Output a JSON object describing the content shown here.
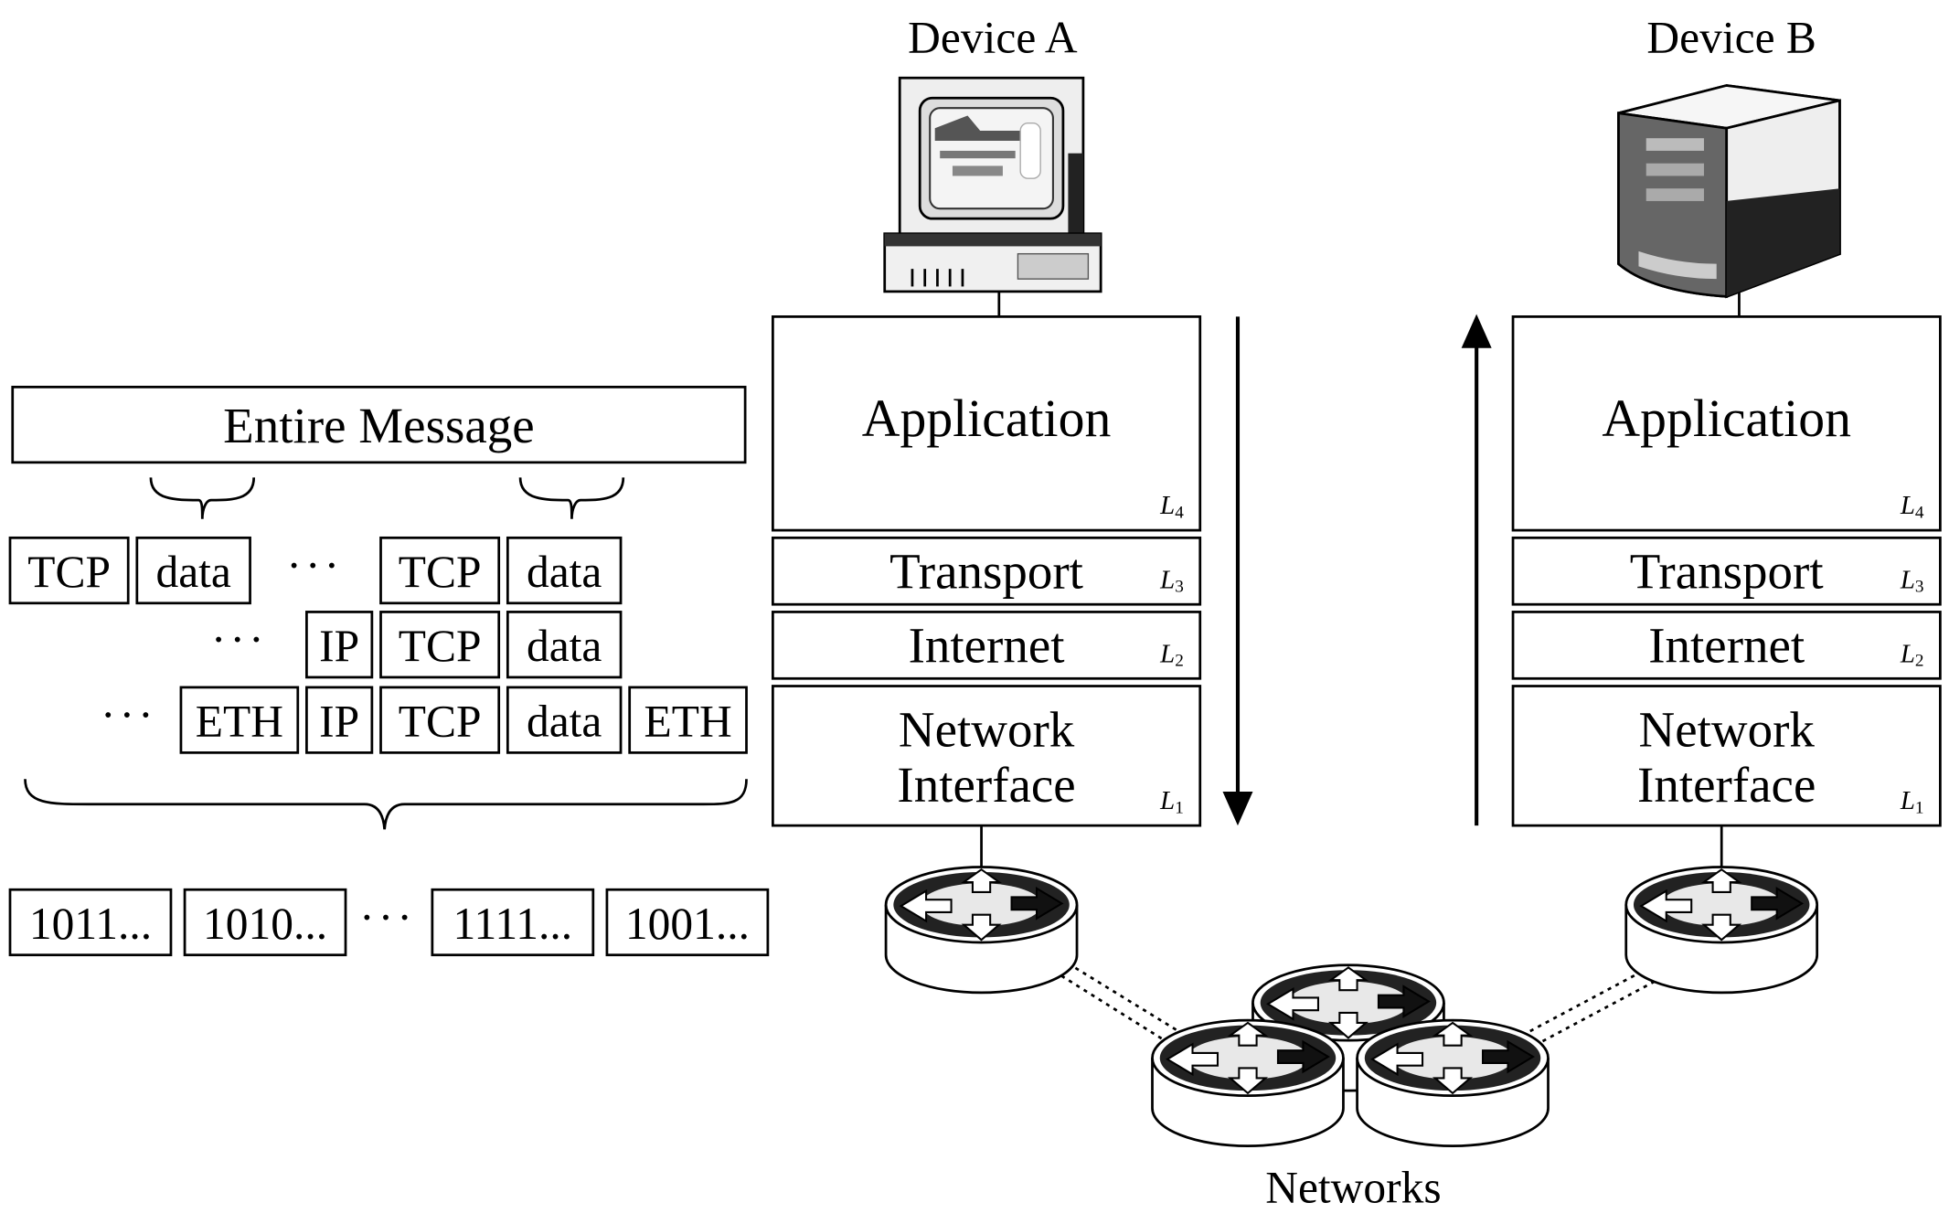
{
  "message": "Entire Message",
  "segments_row": [
    {
      "label": "TCP",
      "kind": "header"
    },
    {
      "label": "data",
      "kind": "payload"
    },
    {
      "label": "···",
      "kind": "ellipsis"
    },
    {
      "label": "TCP",
      "kind": "header"
    },
    {
      "label": "data",
      "kind": "payload"
    }
  ],
  "packets_row": [
    {
      "label": "···",
      "kind": "ellipsis"
    },
    {
      "label": "IP",
      "kind": "header"
    },
    {
      "label": "TCP",
      "kind": "header"
    },
    {
      "label": "data",
      "kind": "payload"
    }
  ],
  "frames_row": [
    {
      "label": "···",
      "kind": "ellipsis"
    },
    {
      "label": "ETH",
      "kind": "header"
    },
    {
      "label": "IP",
      "kind": "header"
    },
    {
      "label": "TCP",
      "kind": "header"
    },
    {
      "label": "data",
      "kind": "payload"
    },
    {
      "label": "ETH",
      "kind": "trailer"
    }
  ],
  "bits_row": [
    {
      "label": "1011...",
      "kind": "bits"
    },
    {
      "label": "1010...",
      "kind": "bits"
    },
    {
      "label": "···",
      "kind": "ellipsis"
    },
    {
      "label": "1111...",
      "kind": "bits"
    },
    {
      "label": "1001...",
      "kind": "bits"
    }
  ],
  "devices": [
    {
      "title": "Device A",
      "icon": "desktop-computer-icon",
      "flow": "down"
    },
    {
      "title": "Device B",
      "icon": "server-tower-icon",
      "flow": "up"
    }
  ],
  "layers": [
    {
      "name": "Application",
      "level": "L",
      "index": "4"
    },
    {
      "name": "Transport",
      "level": "L",
      "index": "3"
    },
    {
      "name": "Internet",
      "level": "L",
      "index": "2"
    },
    {
      "name": "Network Interface",
      "name_line1": "Network",
      "name_line2": "Interface",
      "level": "L",
      "index": "1"
    }
  ],
  "networks_label": "Networks",
  "router_icon": "router-icon"
}
